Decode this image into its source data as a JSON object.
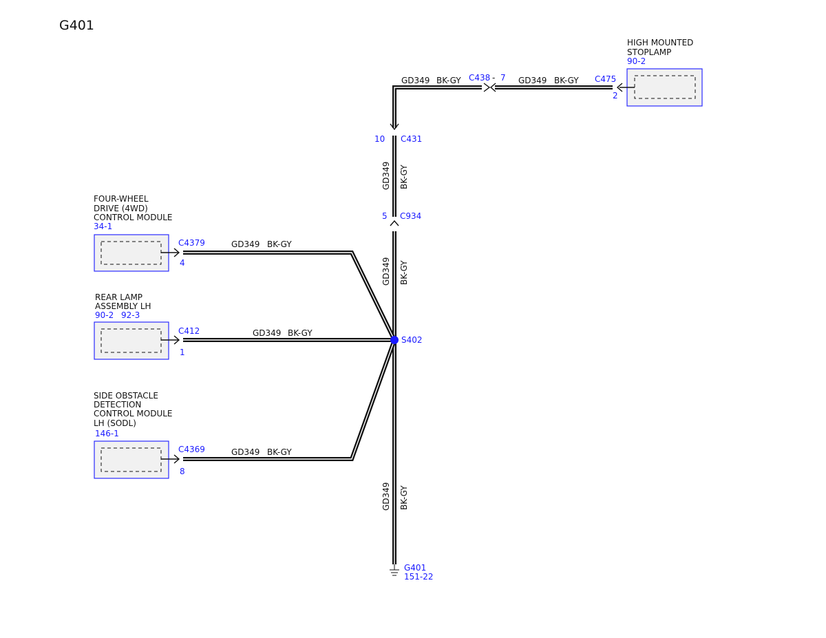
{
  "title": "G401",
  "wire": {
    "circuit": "GD349",
    "color": "BK-GY"
  },
  "splice": {
    "id": "S402",
    "color": "#1a1aff"
  },
  "ground": {
    "id": "G401",
    "ref": "151-22"
  },
  "inline_connector": {
    "left": "C438",
    "sep": "-",
    "pin": "7"
  },
  "stoplamp": {
    "name_line1": "HIGH MOUNTED",
    "name_line2": "STOPLAMP",
    "ref": "90-2",
    "connector": "C475",
    "pin": "2"
  },
  "c431": {
    "connector": "C431",
    "pin": "10"
  },
  "c934": {
    "connector": "C934",
    "pin": "5"
  },
  "fourwd": {
    "name_line1": "FOUR-WHEEL",
    "name_line2": "DRIVE (4WD)",
    "name_line3": "CONTROL MODULE",
    "ref": "34-1",
    "connector": "C4379",
    "pin": "4"
  },
  "rearlamp": {
    "name_line1": "REAR LAMP",
    "name_line2": "ASSEMBLY LH",
    "ref1": "90-2",
    "ref2": "92-3",
    "connector": "C412",
    "pin": "1"
  },
  "sodl": {
    "name_line1": "SIDE OBSTACLE",
    "name_line2": "DETECTION",
    "name_line3": "CONTROL MODULE",
    "name_line4": "LH (SODL)",
    "ref": "146-1",
    "connector": "C4369",
    "pin": "8"
  }
}
